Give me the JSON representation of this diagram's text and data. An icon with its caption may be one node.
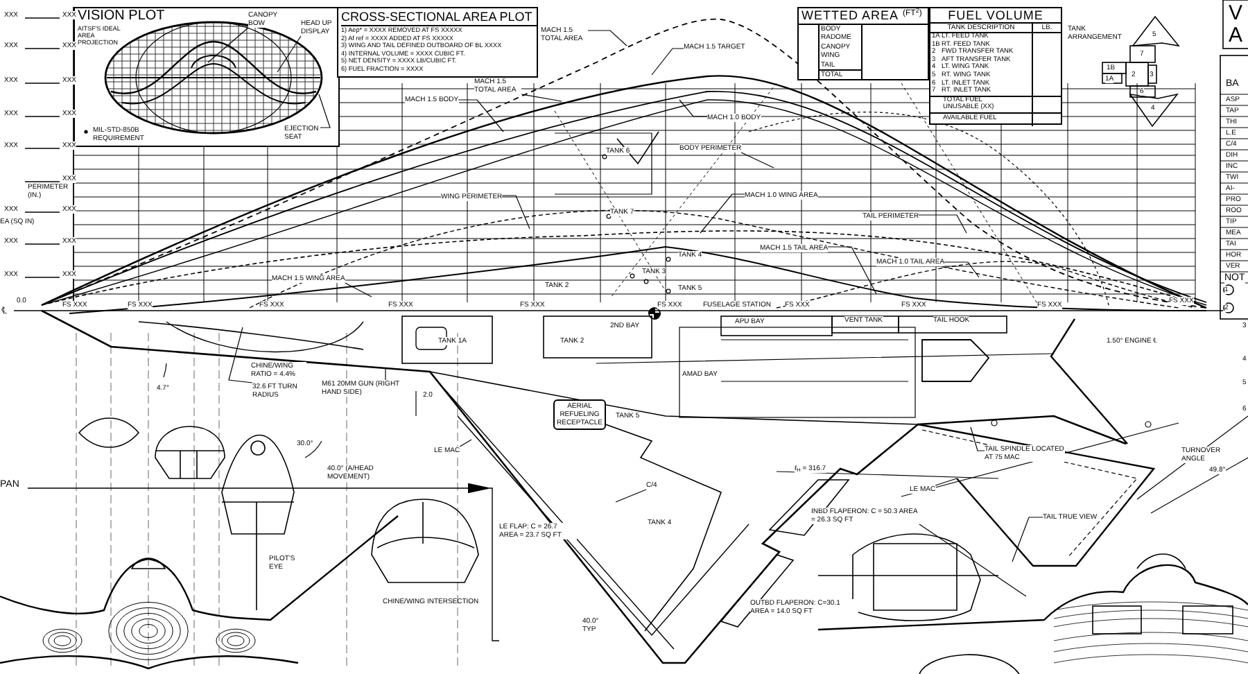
{
  "diagram": {
    "nodes": [
      {
        "text": [
          "VISION PLOT",
          "AITSF'S IDEAL AREA PROJECTION"
        ]
      },
      {
        "text": [
          "CANOPY BOW"
        ],
        "in": 0
      },
      {
        "text": [
          "HEAD UP DISPLAY"
        ],
        "in": 0
      },
      {
        "text": [
          "EJECTION SEAT"
        ],
        "in": 0
      },
      {
        "text": [
          "MIL-STD-850B REQUIREMENT"
        ],
        "in": 0
      },
      {
        "text": [
          "CROSS-SECTIONAL AREA PLOT",
          "1) Aep* = XXXX REMOVED AT FS XXXXX",
          "2) Af ref = XXXX ADDED AT FS XXXXX",
          "3) WING AND TAIL DEFINED OUTBOARD OF BL XXXX",
          "4) INTERNAL VOLUME = XXXX CUBIC FT.",
          "5) NET DENSITY = XXXX LB/CUBIC FT.",
          "6) FUEL FRACTION = XXXX"
        ]
      },
      {
        "text": [
          "WETTED AREA",
          "(FT$^{2}$)",
          "BODY",
          "RADOME",
          "CANOPY",
          "WING",
          "TAIL",
          "TOTAL"
        ]
      },
      {
        "text": [
          "FUEL VOLUME",
          "TANK DESCRIPTION",
          "LB.",
          "1A",
          "LT. FEED TANK",
          "1B",
          "RT. FEED TANK",
          "2",
          "FWD TRANSFER TANK",
          "3",
          "AFT TRANSFER TANK",
          "4",
          "LT. WING TANK",
          "5",
          "RT. WING TANK",
          "6",
          "LT. INLET TANK",
          "7",
          "RT. INLET TANK",
          "TOTAL FUEL UNUSABLE (XX)",
          "AVAILABLE FUEL"
        ]
      },
      {
        "text": [
          "MACH 1.5 TOTAL AREA"
        ]
      },
      {
        "text": [
          "MACH 1.5 TARGET"
        ]
      },
      {
        "text": [
          "MACH 1.5 TOTAL AREA"
        ]
      },
      {
        "text": [
          "MACH 1.5 BODY"
        ]
      },
      {
        "text": [
          "MACH 1.0 BODY"
        ]
      },
      {
        "text": [
          "BODY PERIMETER"
        ]
      },
      {
        "text": [
          "WING PERIMETER"
        ]
      },
      {
        "text": [
          "MACH 1.0 WING AREA"
        ]
      },
      {
        "text": [
          "TAIL PERIMETER"
        ]
      },
      {
        "text": [
          "MACH 1.5 TAIL AREA"
        ]
      },
      {
        "text": [
          "MACH 1.0 TAIL AREA"
        ]
      },
      {
        "text": [
          "MACH 1.5 WING AREA"
        ]
      },
      {
        "text": [
          "32.6 FT TURN RADIUS"
        ]
      },
      {
        "text": [
          "M61 20MM GUN (RIGHT HAND SIDE)"
        ]
      },
      {
        "text": [
          "LE MAC"
        ]
      },
      {
        "text": [
          "AERIAL REFUELING RECEPTACLE"
        ]
      },
      {
        "text": [
          "C/4"
        ]
      },
      {
        "text": [
          "TAIL SPINDLE LOCATED AT 75 MAC"
        ]
      },
      {
        "text": [
          "LE MAC"
        ]
      },
      {
        "text": [
          "INBD FLAPERON: C = 50.3 AREA = 26.3 SQ FT"
        ]
      },
      {
        "text": [
          "TAIL TRUE VIEW"
        ]
      }
    ],
    "edges": [
      {
        "from": 1,
        "to": null,
        "arrow": "none"
      },
      {
        "from": 2,
        "to": null,
        "arrow": "none"
      },
      {
        "from": 3,
        "to": null,
        "arrow": "none"
      },
      {
        "from": 8,
        "to": null,
        "arrow": "none"
      },
      {
        "from": 9,
        "to": null,
        "arrow": "none"
      },
      {
        "from": 10,
        "to": null,
        "arrow": "none"
      },
      {
        "from": 11,
        "to": null,
        "arrow": "none"
      },
      {
        "from": 12,
        "to": null,
        "arrow": "none"
      },
      {
        "from": 13,
        "to": null,
        "arrow": "none"
      },
      {
        "from": 14,
        "to": null,
        "arrow": "none"
      },
      {
        "from": 15,
        "to": null,
        "arrow": "none"
      },
      {
        "from": 16,
        "to": null,
        "arrow": "none"
      },
      {
        "from": 17,
        "to": null,
        "arrow": "none"
      },
      {
        "from": 18,
        "to": null,
        "arrow": "none"
      },
      {
        "from": 19,
        "to": null,
        "arrow": "none"
      },
      {
        "from": 20,
        "to": null,
        "arrow": "none"
      },
      {
        "from": 21,
        "to": null,
        "arrow": "none"
      },
      {
        "from": 22,
        "to": null,
        "arrow": "none"
      },
      {
        "from": 24,
        "to": null,
        "arrow": "none"
      },
      {
        "from": 25,
        "to": null,
        "arrow": "none"
      },
      {
        "from": 26,
        "to": null,
        "arrow": "none"
      },
      {
        "from": 27,
        "to": null,
        "arrow": "none"
      },
      {
        "from": 28,
        "to": null,
        "arrow": "none"
      }
    ],
    "labels": [
      "XXX",
      "XXX",
      "XXX",
      "XXX",
      "XXX",
      "XXX",
      "XXX",
      "XXX",
      "XXX",
      "XXX",
      "XXX",
      "XXX",
      "XXX",
      "XXX",
      "XXX",
      "XXX",
      "XXX",
      "PERIMETER (IN.)",
      "EA (SQ IN)",
      "0.0",
      "℄",
      "TANK 6",
      "TANK 7",
      "TANK 4",
      "TANK 3",
      "TANK 2",
      "TANK 5",
      "FS XXX",
      "FS XXX",
      "FS XXX",
      "FS XXX",
      "FS XXX",
      "FS XXX",
      "FUSELAGE STATION",
      "FS XXX",
      "FS XXX",
      "FS XXX",
      "FS XXX",
      "TANK 1A",
      "TANK 2",
      "2ND BAY",
      "APU BAY",
      "VENT TANK",
      "TAIL HOOK",
      "AMAD BAY",
      "TANK 5",
      "1.50° ENGINE ℄",
      "4.7°",
      "CHINE/WING RATIO = 4.4%",
      "2.0",
      "30.0°",
      "40.0° (A/HEAD MOVEMENT)",
      "PAN",
      "PILOT'S EYE",
      "CHINE/WING INTERSECTION",
      "LE FLAP: C = 26.7 AREA = 23.7 SQ FT",
      "TANK 4",
      "40.0° TYP",
      "ℓ$_{H}$ = 316.7",
      "OUTBD FLAPERON: C=30.1 AREA = 14.0 SQ FT",
      "TURNOVER ANGLE",
      "49.8°",
      "TANK ARRANGEMENT",
      "5",
      "7",
      "1B",
      "1A",
      "2",
      "3",
      "6",
      "4",
      "V",
      "A",
      "BA",
      "ASP",
      "TAP",
      "THI",
      "L.E",
      "C/4",
      "DIH",
      "INC",
      "TWI",
      "AI-",
      "PRO",
      "ROO",
      "TIP",
      "MEA",
      "TAI",
      "HOR",
      "VER",
      "NOT",
      "1",
      "2",
      "3",
      "4",
      "5",
      "6"
    ]
  }
}
